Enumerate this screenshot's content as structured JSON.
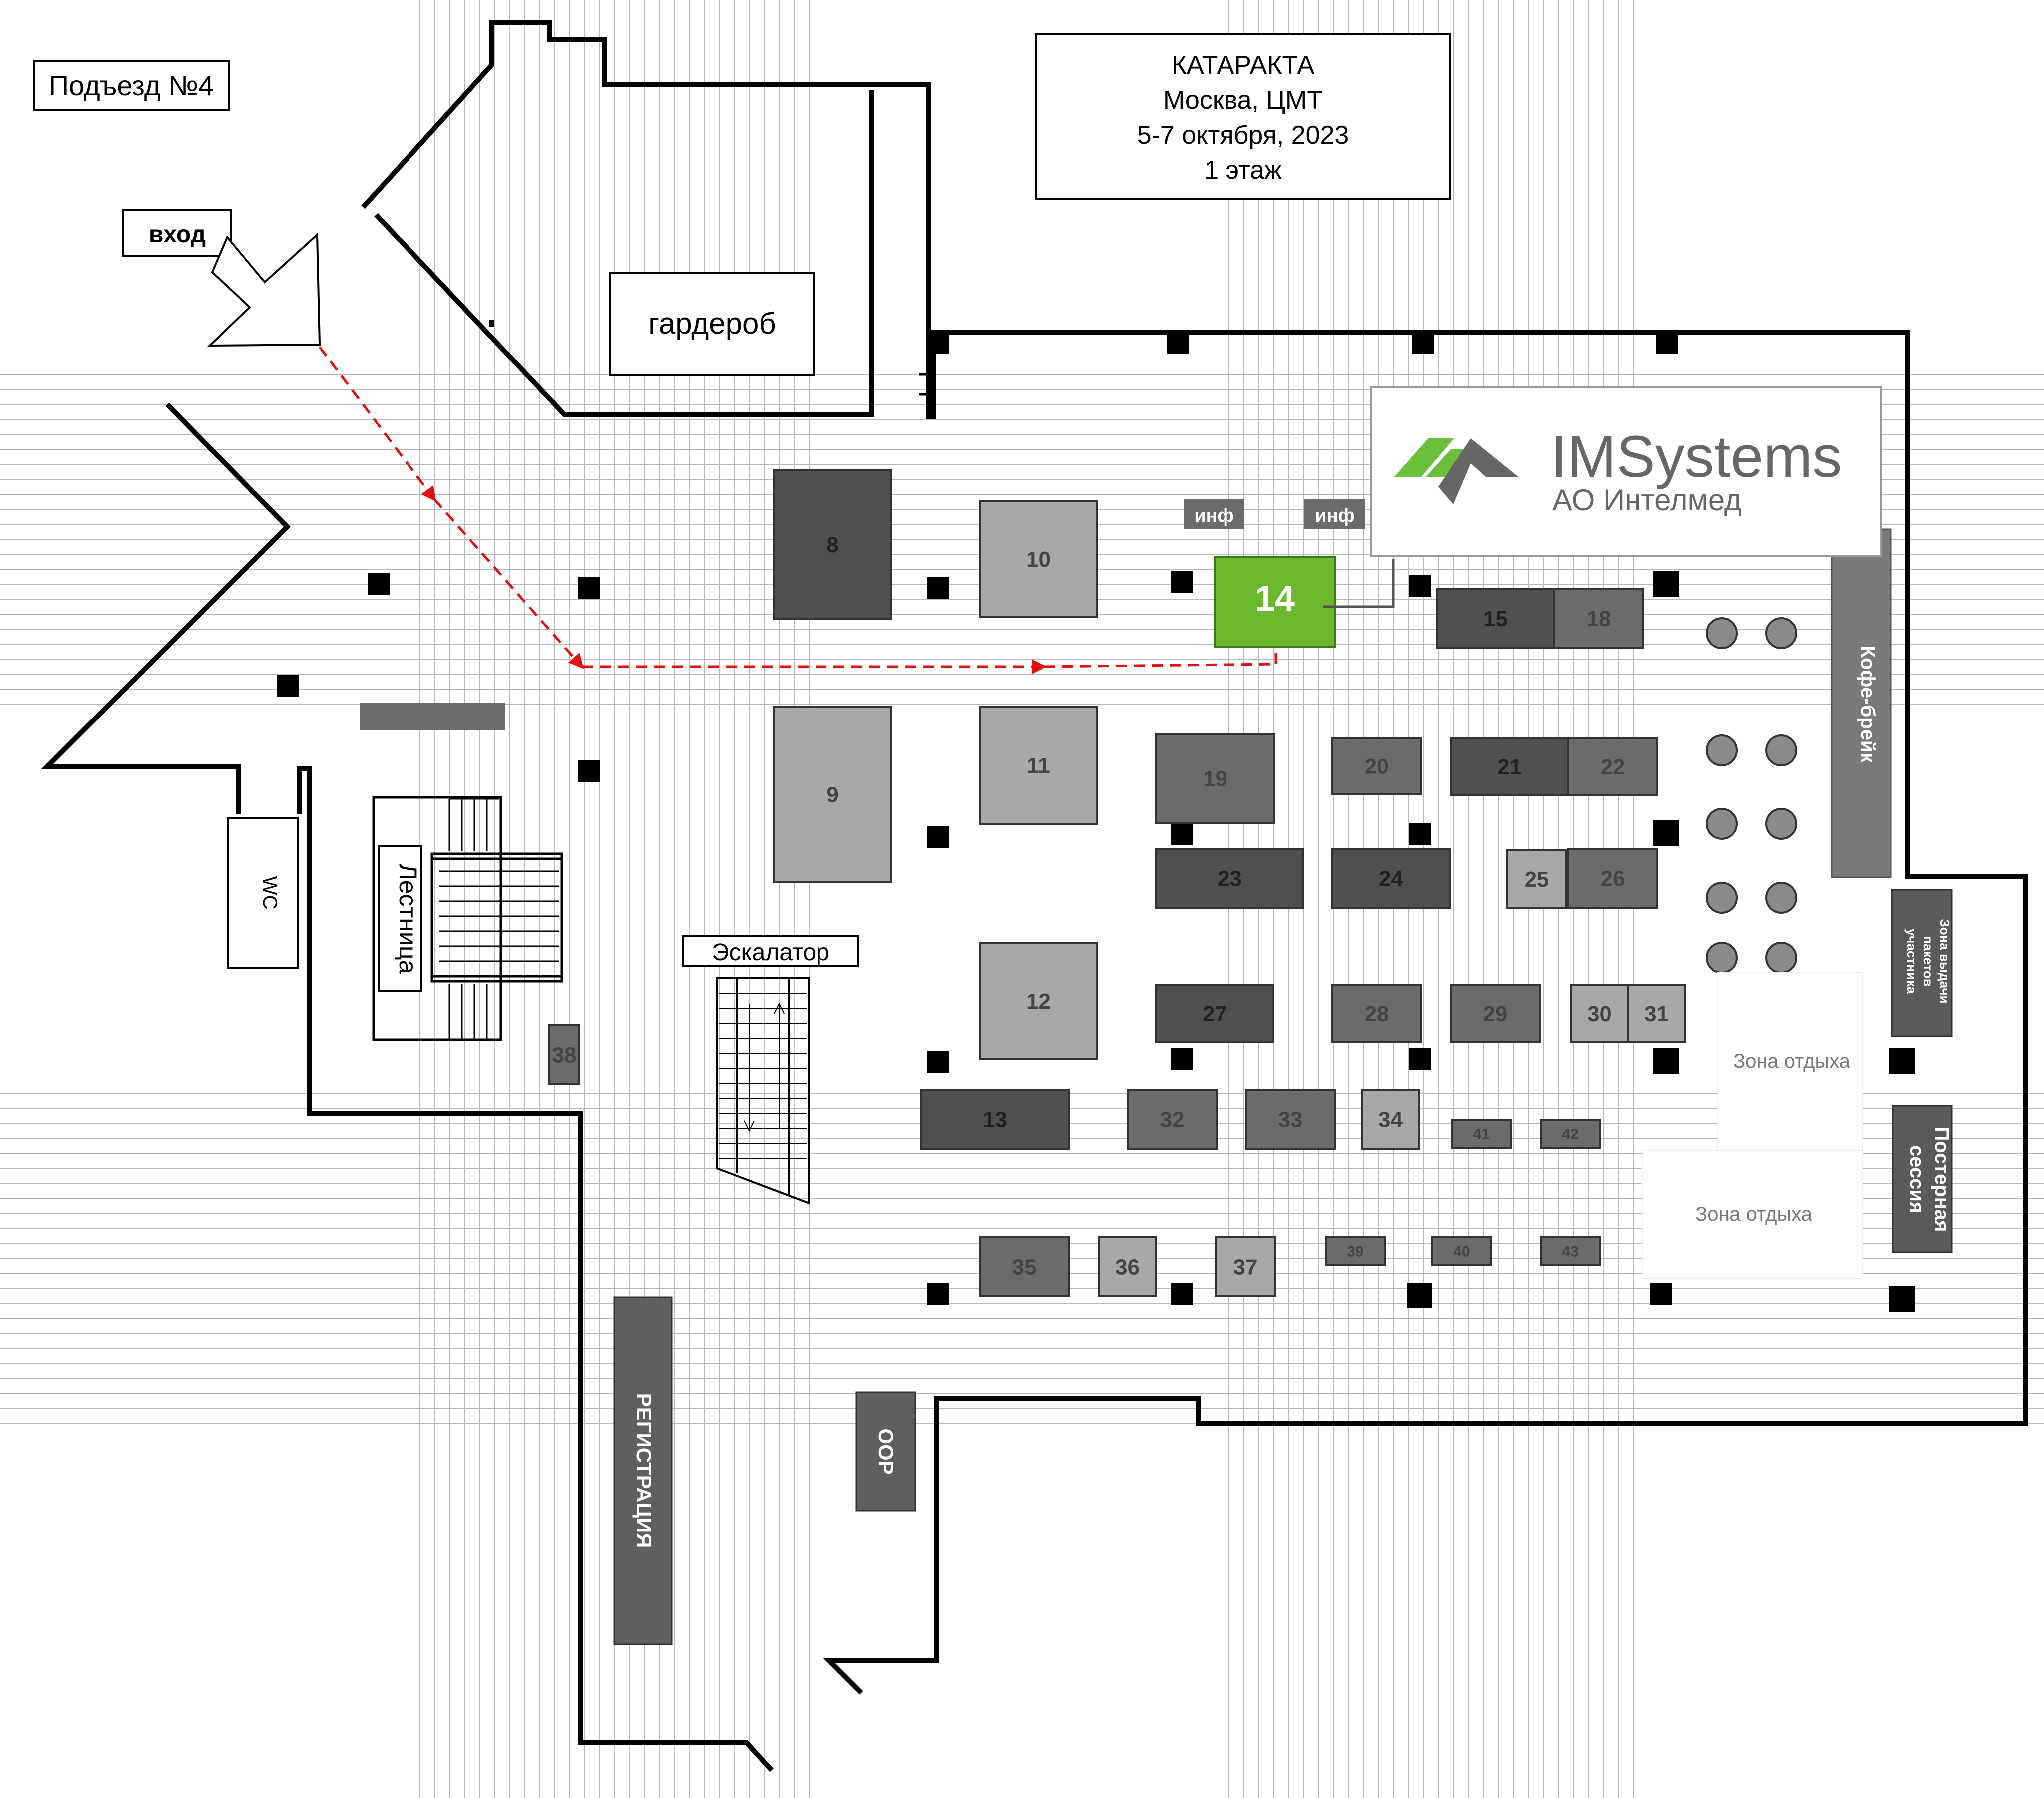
{
  "entrance": {
    "label": "Подъезд №4"
  },
  "entry_sign": {
    "label": "вход"
  },
  "event": {
    "line1": "КАТАРАКТА",
    "line2": "Москва, ЦМТ",
    "line3": "5-7 октября, 2023",
    "line4": "1 этаж"
  },
  "wardrobe": {
    "label": "гардероб"
  },
  "sponsor": {
    "name": "IMSystems",
    "subtitle": "АО Интелмед",
    "brand_color": "#6bbf3a"
  },
  "info_desks": [
    {
      "label": "инф"
    },
    {
      "label": "инф"
    }
  ],
  "rooms": {
    "wc": "WC",
    "stairs": "Лестница",
    "escalator": "Эскалатор",
    "registration": "РЕГИСТРАЦИЯ",
    "oop": "ООР",
    "coffee": "Кофе-брейк",
    "packets": [
      "Зона выдачи",
      "пакетов",
      "участника"
    ],
    "poster": [
      "Постерная",
      "сессия"
    ],
    "rest1": "Зона отдыха",
    "rest2": "Зона отдыха"
  },
  "highlight": {
    "stand": "14",
    "color": "#6bb72e"
  },
  "stands": [
    {
      "label": "8",
      "shade": "dark"
    },
    {
      "label": "9",
      "shade": "light"
    },
    {
      "label": "10",
      "shade": "light"
    },
    {
      "label": "11",
      "shade": "light"
    },
    {
      "label": "12",
      "shade": "light"
    },
    {
      "label": "13",
      "shade": "dark"
    },
    {
      "label": "15",
      "shade": "dark"
    },
    {
      "label": "18",
      "shade": "mid"
    },
    {
      "label": "19",
      "shade": "mid"
    },
    {
      "label": "20",
      "shade": "mid"
    },
    {
      "label": "21",
      "shade": "dark"
    },
    {
      "label": "22",
      "shade": "mid"
    },
    {
      "label": "23",
      "shade": "dark"
    },
    {
      "label": "24",
      "shade": "dark"
    },
    {
      "label": "25",
      "shade": "light"
    },
    {
      "label": "26",
      "shade": "mid"
    },
    {
      "label": "27",
      "shade": "dark"
    },
    {
      "label": "28",
      "shade": "mid"
    },
    {
      "label": "29",
      "shade": "mid"
    },
    {
      "label": "30",
      "shade": "light"
    },
    {
      "label": "31",
      "shade": "light"
    },
    {
      "label": "32",
      "shade": "mid"
    },
    {
      "label": "33",
      "shade": "mid"
    },
    {
      "label": "34",
      "shade": "light"
    },
    {
      "label": "35",
      "shade": "mid"
    },
    {
      "label": "36",
      "shade": "light"
    },
    {
      "label": "37",
      "shade": "light"
    },
    {
      "label": "38",
      "shade": "mid"
    },
    {
      "label": "39",
      "shade": "mid"
    },
    {
      "label": "40",
      "shade": "mid"
    },
    {
      "label": "41",
      "shade": "mid"
    },
    {
      "label": "42",
      "shade": "mid"
    },
    {
      "label": "43",
      "shade": "mid"
    }
  ]
}
